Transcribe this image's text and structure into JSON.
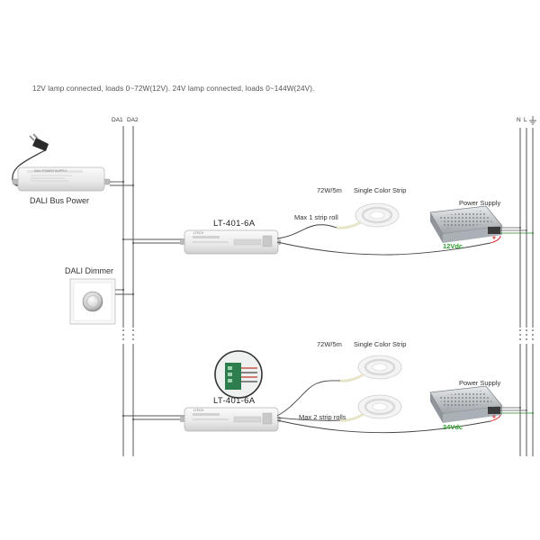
{
  "header": {
    "note": "12V lamp connected, loads 0~72W(12V). 24V lamp connected, loads 0~144W(24V)."
  },
  "bus_labels": {
    "da1": "DA1",
    "da2": "DA2",
    "n": "N",
    "l": "L"
  },
  "icons": {
    "ground": "ground-icon",
    "plug": "power-plug-icon"
  },
  "devices": {
    "bus_power_label": "DALI Bus Power",
    "bus_power_print": "DALI POWER SUPPLY",
    "dimmer_label": "DALI Dimmer",
    "controller_top_model": "LT-401-6A",
    "controller_bottom_model": "LT-401-6A",
    "controller_print": "LTECH"
  },
  "circuit_top": {
    "strip_watt": "72W/5m",
    "strip_type": "Single Color Strip",
    "strip_note": "Max 1 strip roll",
    "psu_label": "Power Supply",
    "voltage": "12Vdc"
  },
  "circuit_bottom": {
    "strip_watt": "72W/5m",
    "strip_type": "Single Color Strip",
    "strip_note": "Max 2 strip rolls",
    "psu_label": "Power Supply",
    "voltage": "24Vdc"
  },
  "colors": {
    "voltage_text": "#2e9e2e",
    "wire": "#444444",
    "positive": "#d62020",
    "ground_wire": "#2a8a2a"
  }
}
